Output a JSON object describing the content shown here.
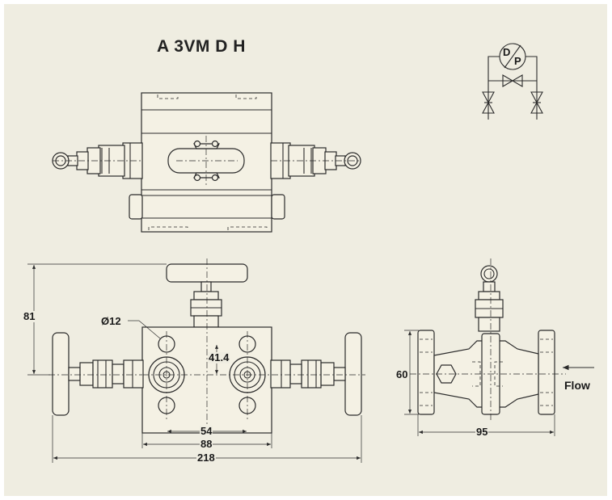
{
  "title": "A 3VM D H",
  "dimensions": {
    "height": "81",
    "port_diameter": "Ø12",
    "vertical_spacing": "41.4",
    "port_spacing": "54",
    "body_width": "88",
    "overall_width": "218",
    "side_height": "60",
    "side_width": "95"
  },
  "flow_label": "Flow",
  "schematic": {
    "d": "D",
    "p": "P"
  },
  "colors": {
    "background": "#efede1",
    "line": "#2b2b2b",
    "fill": "#f4f1e4"
  }
}
